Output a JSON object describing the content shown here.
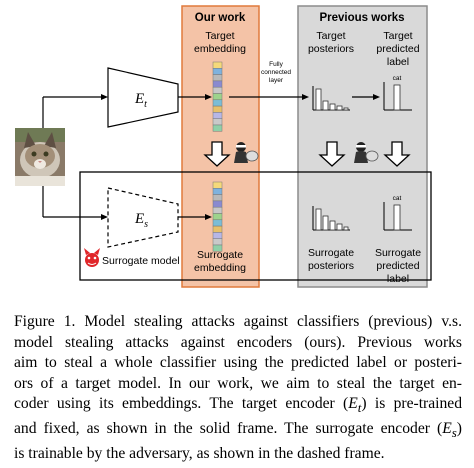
{
  "figure": {
    "our_work_title": "Our work",
    "previous_works_title": "Previous works",
    "target_embedding_label": [
      "Target",
      "embedding"
    ],
    "surrogate_embedding_label": [
      "Surrogate",
      "embedding"
    ],
    "target_posteriors_label": [
      "Target",
      "posteriors"
    ],
    "target_predicted_label": [
      "Target",
      "predicted",
      "label"
    ],
    "surrogate_posteriors_label": [
      "Surrogate",
      "posteriors"
    ],
    "surrogate_predicted_label": [
      "Surrogate",
      "predicted",
      "label"
    ],
    "fc_layer_label": [
      "Fully",
      "connected",
      "layer"
    ],
    "cat_label": "cat",
    "target_encoder_symbol": "E",
    "target_encoder_sub": "t",
    "surrogate_encoder_symbol": "E",
    "surrogate_encoder_sub": "s",
    "surrogate_model_label": "Surrogate model",
    "colors": {
      "our_work_fill": "#f4c3a7",
      "our_work_border": "#e07a3c",
      "previous_fill": "#d9d9d9",
      "previous_border": "#8c8c8c",
      "embedding_cells": [
        "#f5d97a",
        "#7fb2dd",
        "#b9b9b9",
        "#8a8ad0",
        "#c7c7c7",
        "#9ed38c",
        "#7bbdd6",
        "#e6c06a",
        "#b7b7e6",
        "#c9c9c9",
        "#8fd0a8"
      ]
    }
  },
  "caption": {
    "lines": [
      "Figure 1. Model stealing attacks against classifiers (previous) v.s.",
      "model stealing attacks against encoders (ours). Previous works",
      "aim to steal a whole classifier using the predicted label or posteri-",
      "ors of a target model. In our work, we aim to steal the target en-",
      "coder using its embeddings. The target encoder (E_t) is pre-trained",
      "and fixed, as shown in the solid frame. The surrogate encoder (E_s)",
      "is trainable by the adversary, as shown in the dashed frame."
    ],
    "line_1": "Figure 1. Model stealing attacks against classifiers (previous) v.s.",
    "line_2": "model stealing attacks against encoders (ours). Previous works",
    "line_3": "aim to steal a whole classifier using the predicted label or posteri-",
    "line_4": "ors of a target model. In our work, we aim to steal the target en-",
    "line_5_pre": "coder using its embeddings. The target encoder (",
    "line_5_post": ") is pre-trained",
    "line_6_pre": "and fixed, as shown in the solid frame. The surrogate encoder (",
    "line_6_post": ")",
    "line_7": "is trainable by the adversary, as shown in the dashed frame.",
    "sym_E": "E",
    "sym_t": "t",
    "sym_s": "s"
  }
}
